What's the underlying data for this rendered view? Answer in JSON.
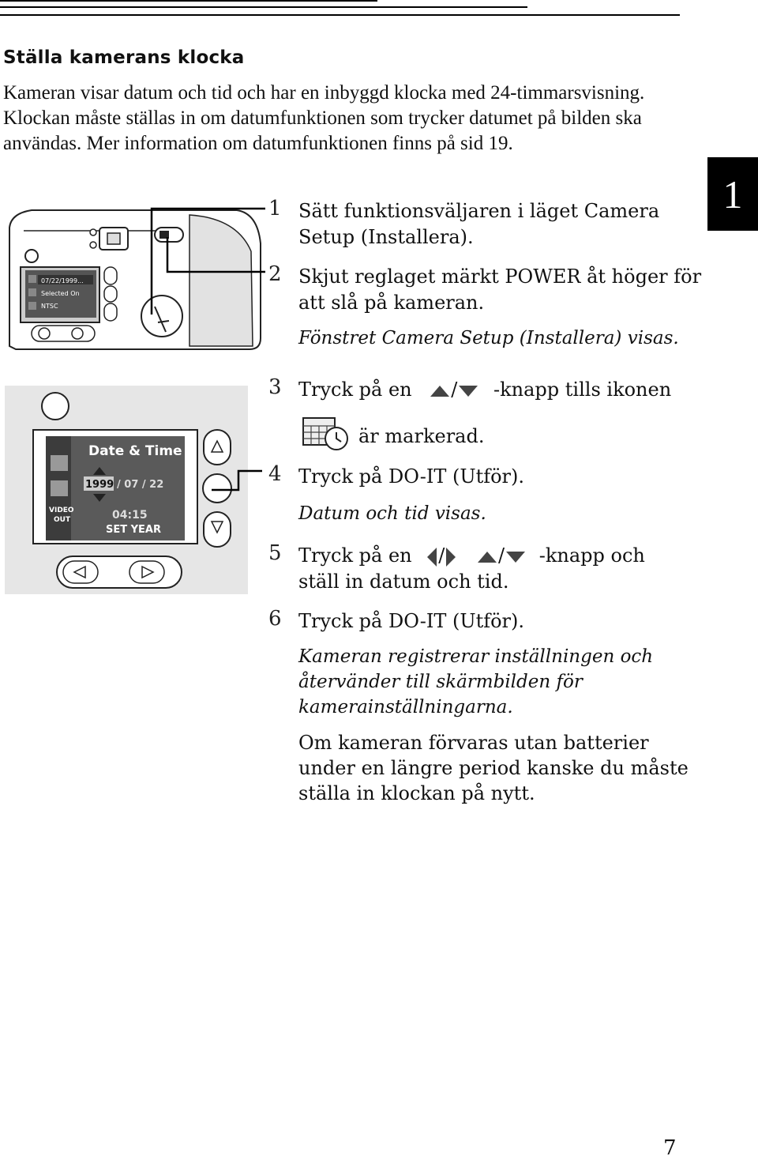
{
  "section_title": "Ställa kamerans klocka",
  "intro": "Kameran visar datum och tid och har en inbyggd klocka med 24-timmarsvisning. Klockan måste ställas in om datumfunktionen som trycker datumet på bilden ska användas. Mer information om datumfunktionen finns på sid 19.",
  "chapter_tab": "1",
  "steps": [
    {
      "num": "1",
      "line1": "Sätt funktionsväljaren i läget Camera",
      "line2": "Setup (Installera)."
    },
    {
      "num": "2",
      "line1": "Skjut reglaget märkt POWER åt höger för",
      "line2": "att slå på kameran.",
      "note": "Fönstret Camera Setup (Installera) visas."
    },
    {
      "num": "3",
      "pre": "Tryck på en",
      "slash": "/",
      "post": "-knapp tills ikonen",
      "line2": "är markerad."
    },
    {
      "num": "4",
      "line1": "Tryck på DO-IT (Utför).",
      "note": "Datum och tid visas."
    },
    {
      "num": "5",
      "pre": "Tryck på en",
      "slash1": "/",
      "slash2": "/",
      "post": "-knapp och",
      "line2": "ställ in datum och tid."
    },
    {
      "num": "6",
      "line1": "Tryck på DO-IT (Utför).",
      "note1": "Kameran registrerar inställningen och",
      "note2": "återvänder till skärmbilden för",
      "note3": "kamerainställningarna."
    }
  ],
  "closing": {
    "line1": "Om kameran förvaras utan batterier",
    "line2": "under en längre period kanske du måste",
    "line3": "ställa in klockan på nytt."
  },
  "camera_menu": {
    "row1": "07/22/1999...",
    "row2": "Selected On",
    "row3": "NTSC"
  },
  "lcd": {
    "title": "Date & Time",
    "year": "1999",
    "date_rest": "/ 07 / 22",
    "time": "04:15",
    "hint": "SET YEAR",
    "video_label1": "VIDEO",
    "video_label2": "OUT"
  },
  "page_number": "7",
  "colors": {
    "panel_gray": "#e6e6e6",
    "lcd_dark": "#3c3c3c",
    "accent_black": "#000000"
  }
}
